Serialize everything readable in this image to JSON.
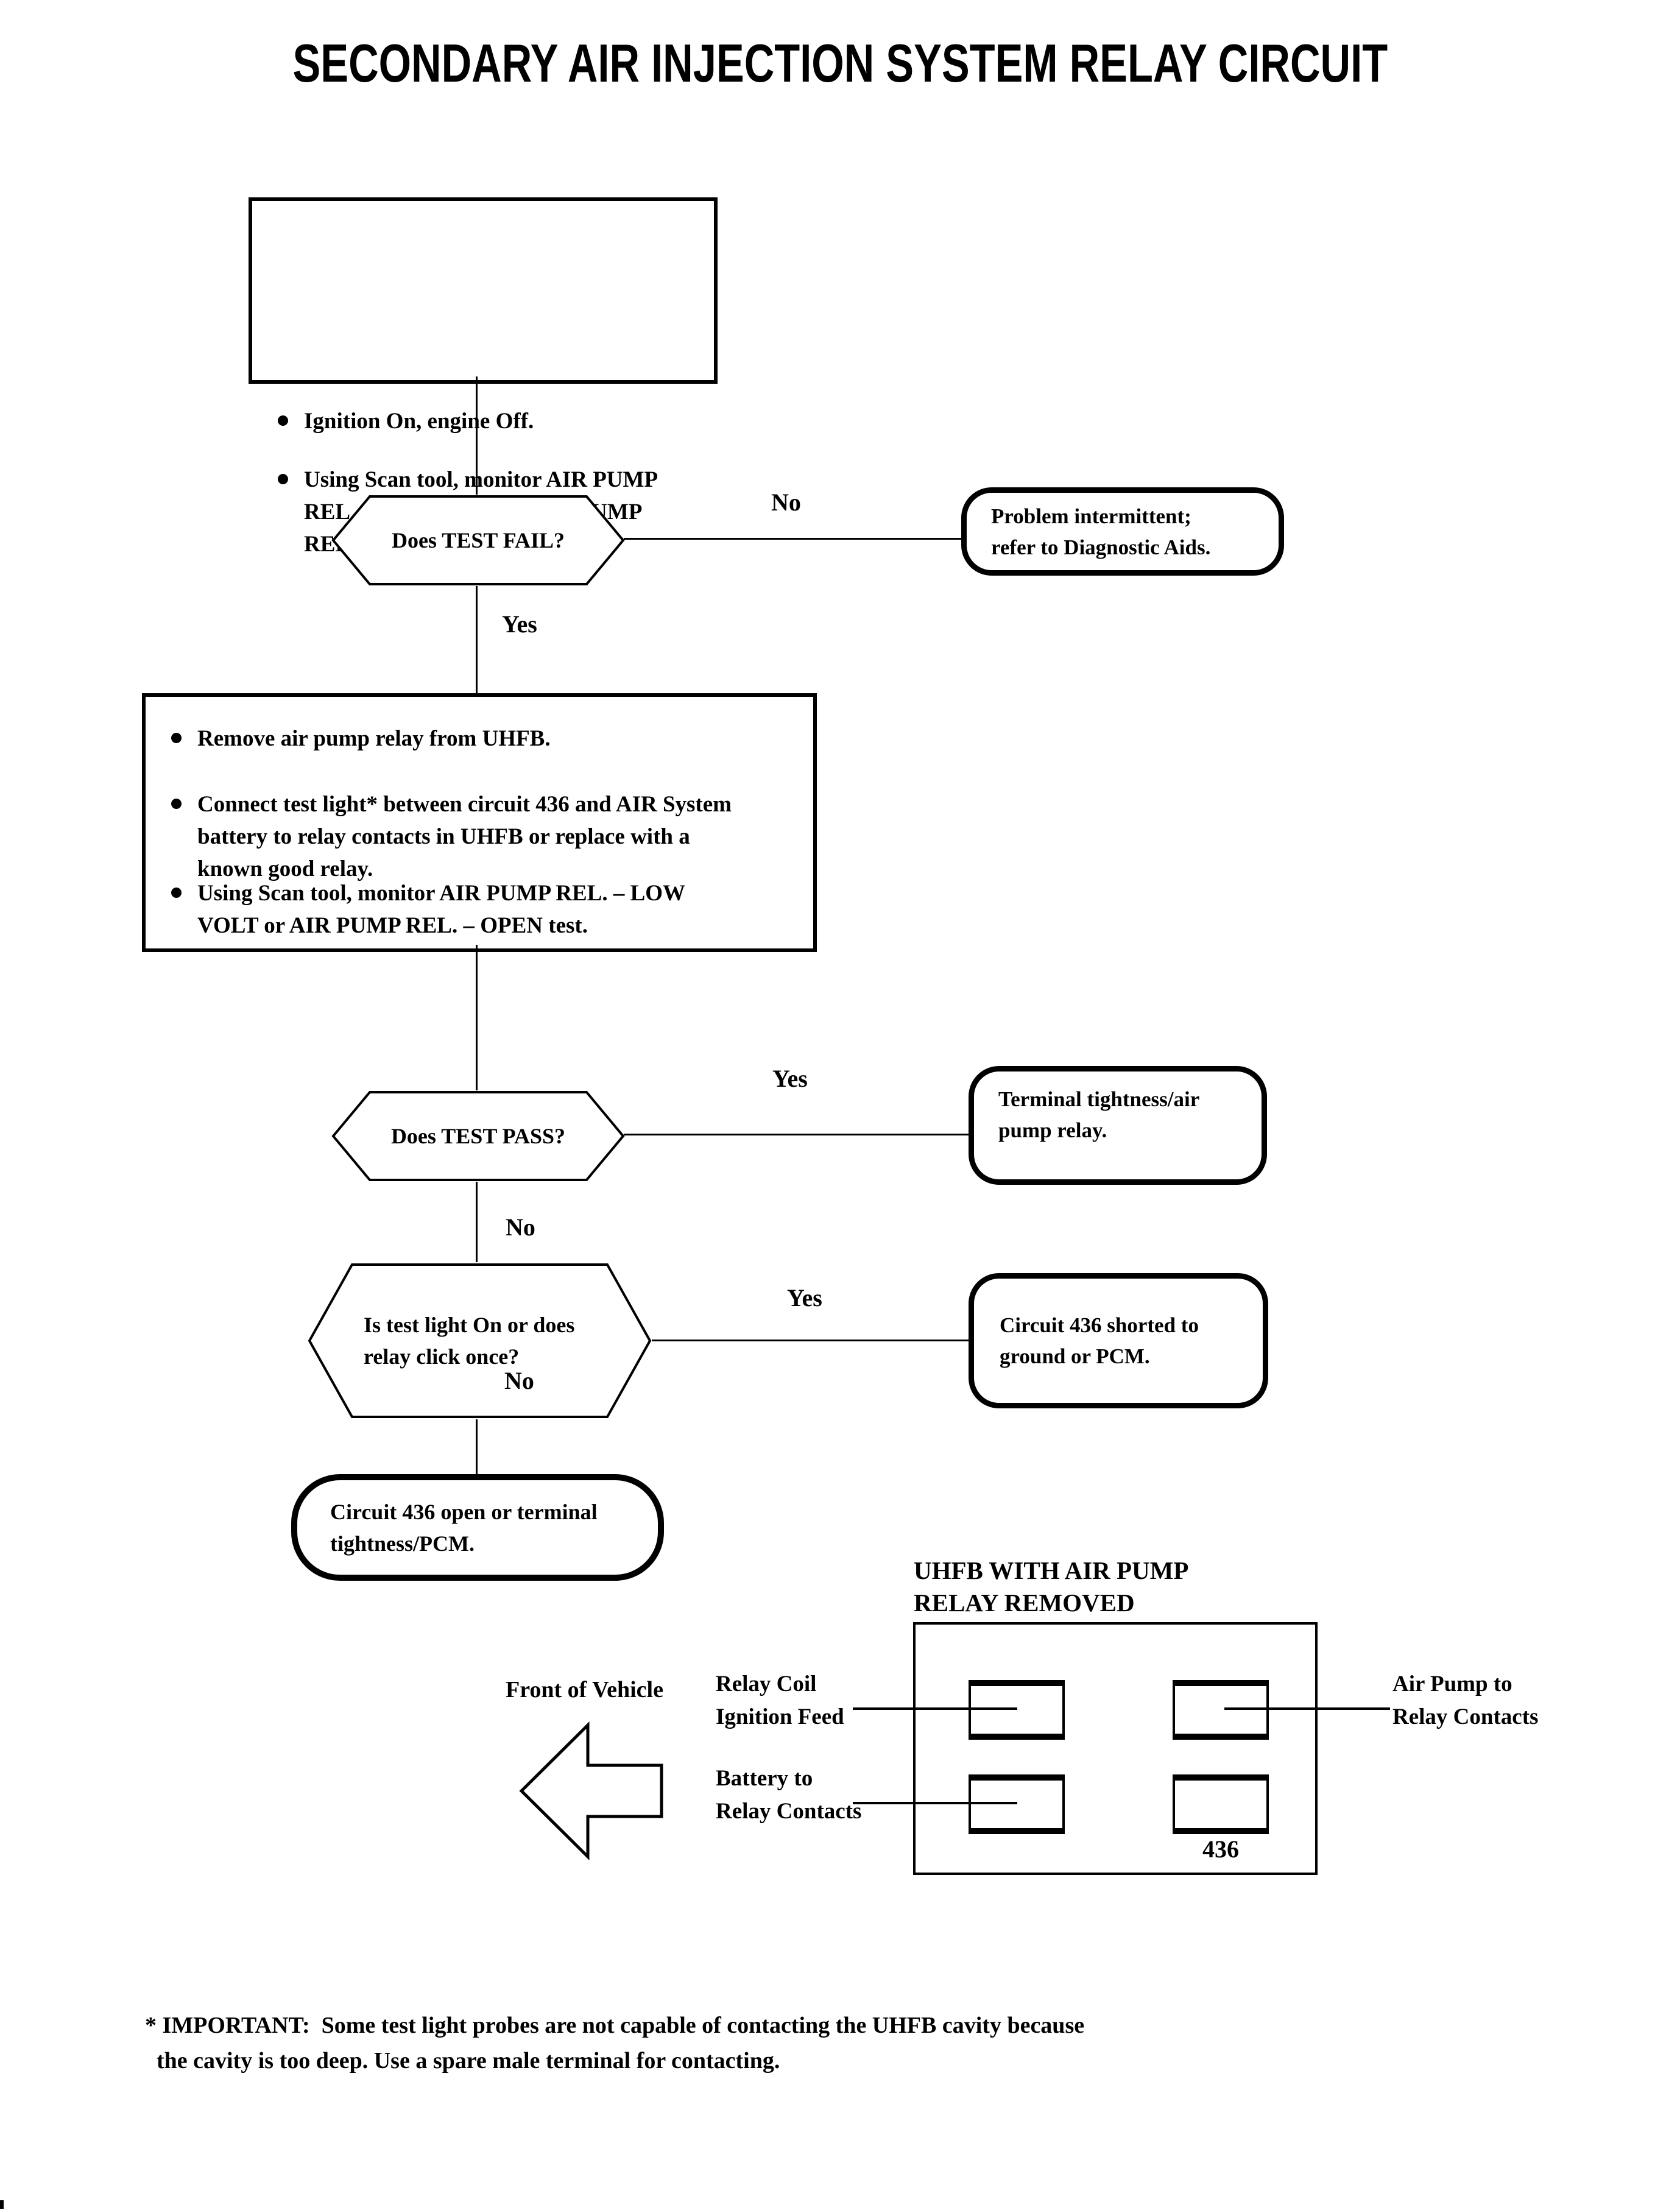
{
  "title": "SECONDARY AIR INJECTION SYSTEM RELAY CIRCUIT",
  "flow": {
    "step1": {
      "bullets": [
        "Ignition On, engine Off.",
        "Using Scan tool, monitor AIR PUMP\nREL. – LOW VOLT or AIR PUMP\nREL>. – OPEN test."
      ]
    },
    "decision1": {
      "label": "Does TEST FAIL?",
      "no": "No",
      "yes": "Yes"
    },
    "result_no1": "Problem intermittent;\nrefer to Diagnostic Aids.",
    "step2": {
      "bullets": [
        "Remove air pump relay from UHFB.",
        "Connect test light* between circuit 436 and AIR System\nbattery to relay contacts in UHFB or replace with a\nknown good relay.",
        "Using Scan tool, monitor AIR PUMP REL. – LOW\nVOLT or AIR PUMP REL. – OPEN test."
      ]
    },
    "decision2": {
      "label": "Does TEST PASS?",
      "yes": "Yes",
      "no": "No"
    },
    "result_yes2": "Terminal tightness/air\npump relay.",
    "decision3": {
      "label": "Is test light On or does\nrelay click once?",
      "yes": "Yes",
      "no": "No"
    },
    "result_yes3": "Circuit 436 shorted to\nground or PCM.",
    "result_no3": "Circuit 436 open or terminal\ntightness/PCM."
  },
  "uhfb": {
    "title": "UHFB WITH AIR PUMP\nRELAY REMOVED",
    "front_label": "Front of Vehicle",
    "relay_coil_label": "Relay Coil\nIgnition Feed",
    "battery_label": "Battery to\nRelay Contacts",
    "air_pump_label": "Air Pump to\nRelay Contacts",
    "circuit_number": "436"
  },
  "footnote": "* IMPORTANT:  Some test light probes are not capable of contacting the UHFB cavity because\n  the cavity is too deep. Use a spare male terminal for contacting.",
  "colors": {
    "ink": "#000000",
    "paper": "#ffffff"
  }
}
